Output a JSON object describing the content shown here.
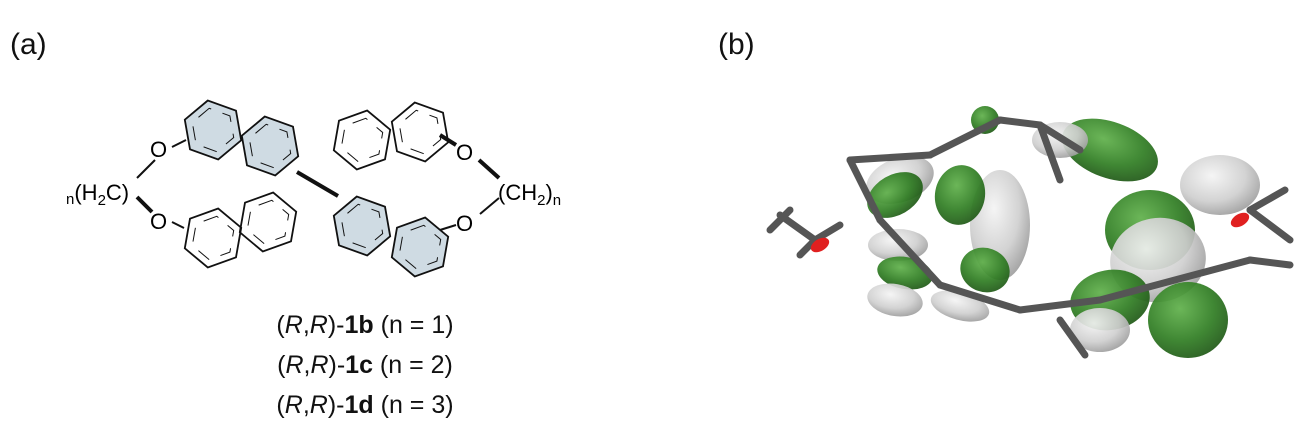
{
  "panels": {
    "a_label": "(a)",
    "b_label": "(b)"
  },
  "structure": {
    "atoms": {
      "o_left_top": "O",
      "o_left_bottom": "O",
      "o_right_top": "O",
      "o_right_bottom": "O"
    },
    "bridge_left": {
      "prefix": "n",
      "body": "(H",
      "sub": "2",
      "tail": "C)"
    },
    "bridge_right": {
      "body": "(CH",
      "sub": "2",
      "tail": ")",
      "suffix": "n"
    }
  },
  "compounds": [
    {
      "config_open": "(",
      "r1": "R",
      "comma": ",",
      "r2": "R",
      "config_close": ")-",
      "id": "1b",
      "n": " (n = 1)"
    },
    {
      "config_open": "(",
      "r1": "R",
      "comma": ",",
      "r2": "R",
      "config_close": ")-",
      "id": "1c",
      "n": " (n = 2)"
    },
    {
      "config_open": "(",
      "r1": "R",
      "comma": ",",
      "r2": "R",
      "config_close": ")-",
      "id": "1d",
      "n": " (n = 3)"
    }
  ],
  "colors": {
    "ring_fill": "#cfdbe3",
    "lobe_green": "#2f7d22",
    "lobe_gray": "#c9c9c9",
    "bond": "#555555",
    "oxygen": "#e02020"
  }
}
